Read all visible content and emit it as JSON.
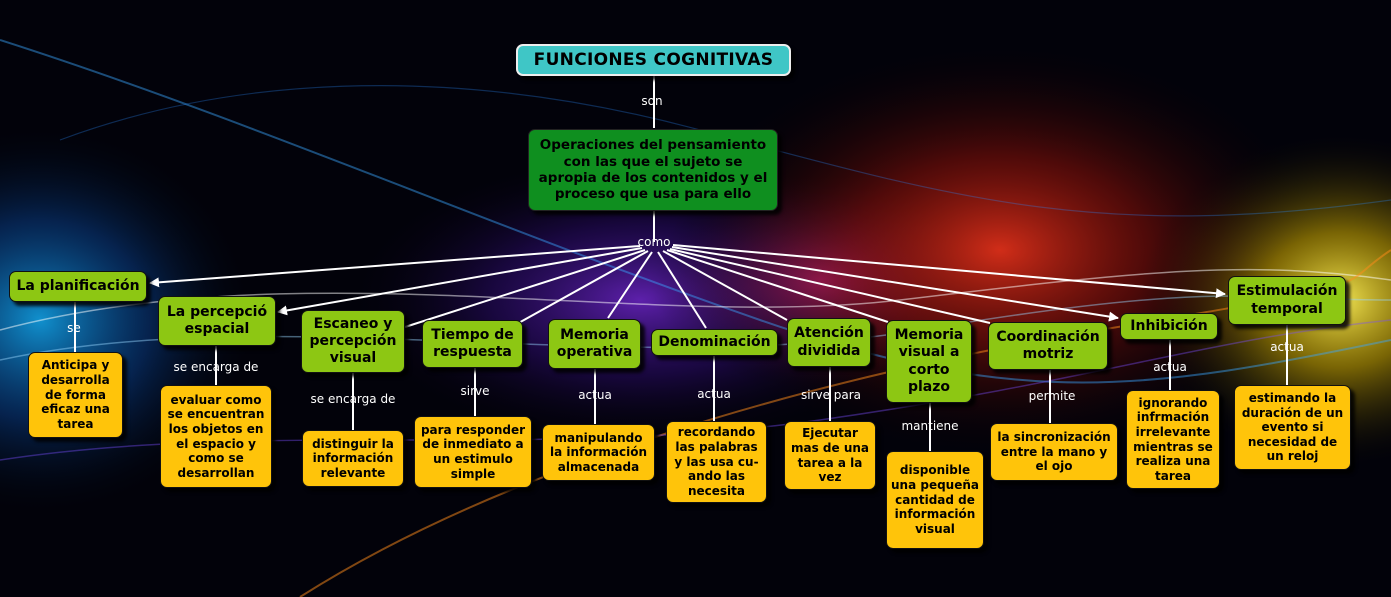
{
  "title": "FUNCIONES COGNITIVAS",
  "link_son": "son",
  "definition": "Operaciones del pensamiento con las que el sujeto se apropia de los contenidos y el proceso que usa para ello",
  "link_como": "como",
  "functions": [
    {
      "label": "La planificacion_",
      "name": "La planificación",
      "link": "se",
      "detail": "Anticipa y desarrolla de forma eficaz una tarea"
    },
    {
      "name": "La percepció espacial",
      "link": "se encarga de",
      "detail": "evaluar como se encuentran los objetos en el espacio y como se desarrollan"
    },
    {
      "name": "Escaneo y percepción visual",
      "link": "se encarga de",
      "detail": "distinguir la información relevante"
    },
    {
      "name": "Tiempo de respuesta",
      "link": "sirve",
      "detail": "para responder de inmediato a un estimulo simple"
    },
    {
      "name": "Memoria operativa",
      "link": "actua",
      "detail": "manipulando la información almacenada"
    },
    {
      "name": "Denominación",
      "link": "actua",
      "detail": "recordando las palabras y las usa cu-ando las necesita"
    },
    {
      "name": "Atención dividida",
      "link": "sirve para",
      "detail": "Ejecutar mas de una tarea a la vez"
    },
    {
      "name": "Memoria visual a corto plazo",
      "link": "mantiene",
      "detail": "disponible una pequeña cantidad de información visual"
    },
    {
      "name": "Coordinación motriz",
      "link": "permite",
      "detail": "la sincronización entre la mano y el ojo"
    },
    {
      "name": "Inhibición",
      "link": "actua",
      "detail": "ignorando infrmación irrelevante mientras se realiza una tarea"
    },
    {
      "name": "Estimulación temporal",
      "link": "actua",
      "detail": "estimando la duración de un evento si necesidad de un reloj"
    }
  ]
}
